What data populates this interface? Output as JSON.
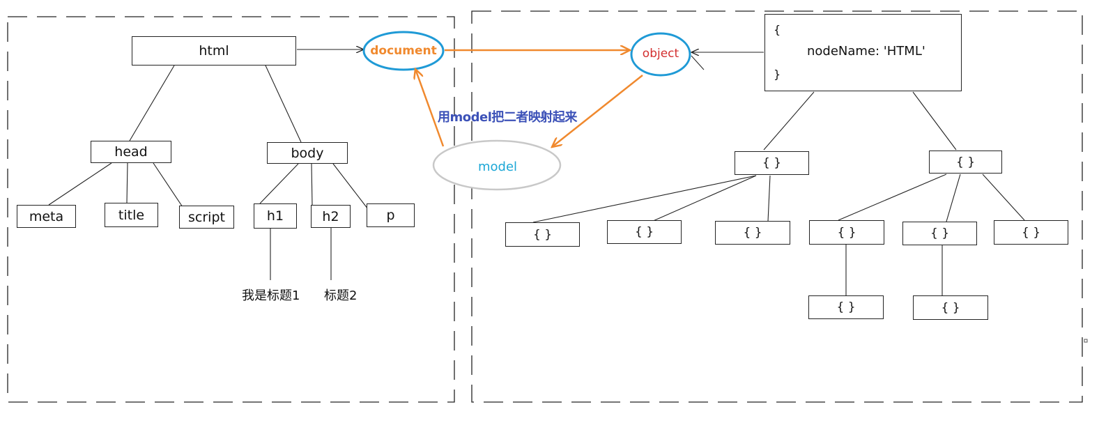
{
  "dom_tree": {
    "root": "html",
    "head": "head",
    "body": "body",
    "head_children": [
      "meta",
      "title",
      "script"
    ],
    "body_children": [
      "h1",
      "h2",
      "p"
    ],
    "h1_text": "我是标题1",
    "h2_text": "标题2"
  },
  "center": {
    "document": "document",
    "object": "object",
    "model": "model",
    "mapping_text": "用model把二者映射起来"
  },
  "object_tree": {
    "code_open": "{",
    "code_line": "nodeName: 'HTML'",
    "code_close": "}",
    "node_label": "{ }"
  },
  "colors": {
    "orange_arrow": "#f0892e",
    "blue_ellipse": "#1f9ad6",
    "model_ellipse": "#c8c8c8",
    "object_text": "#d32f2f",
    "mapping_text": "#3d52b8"
  }
}
